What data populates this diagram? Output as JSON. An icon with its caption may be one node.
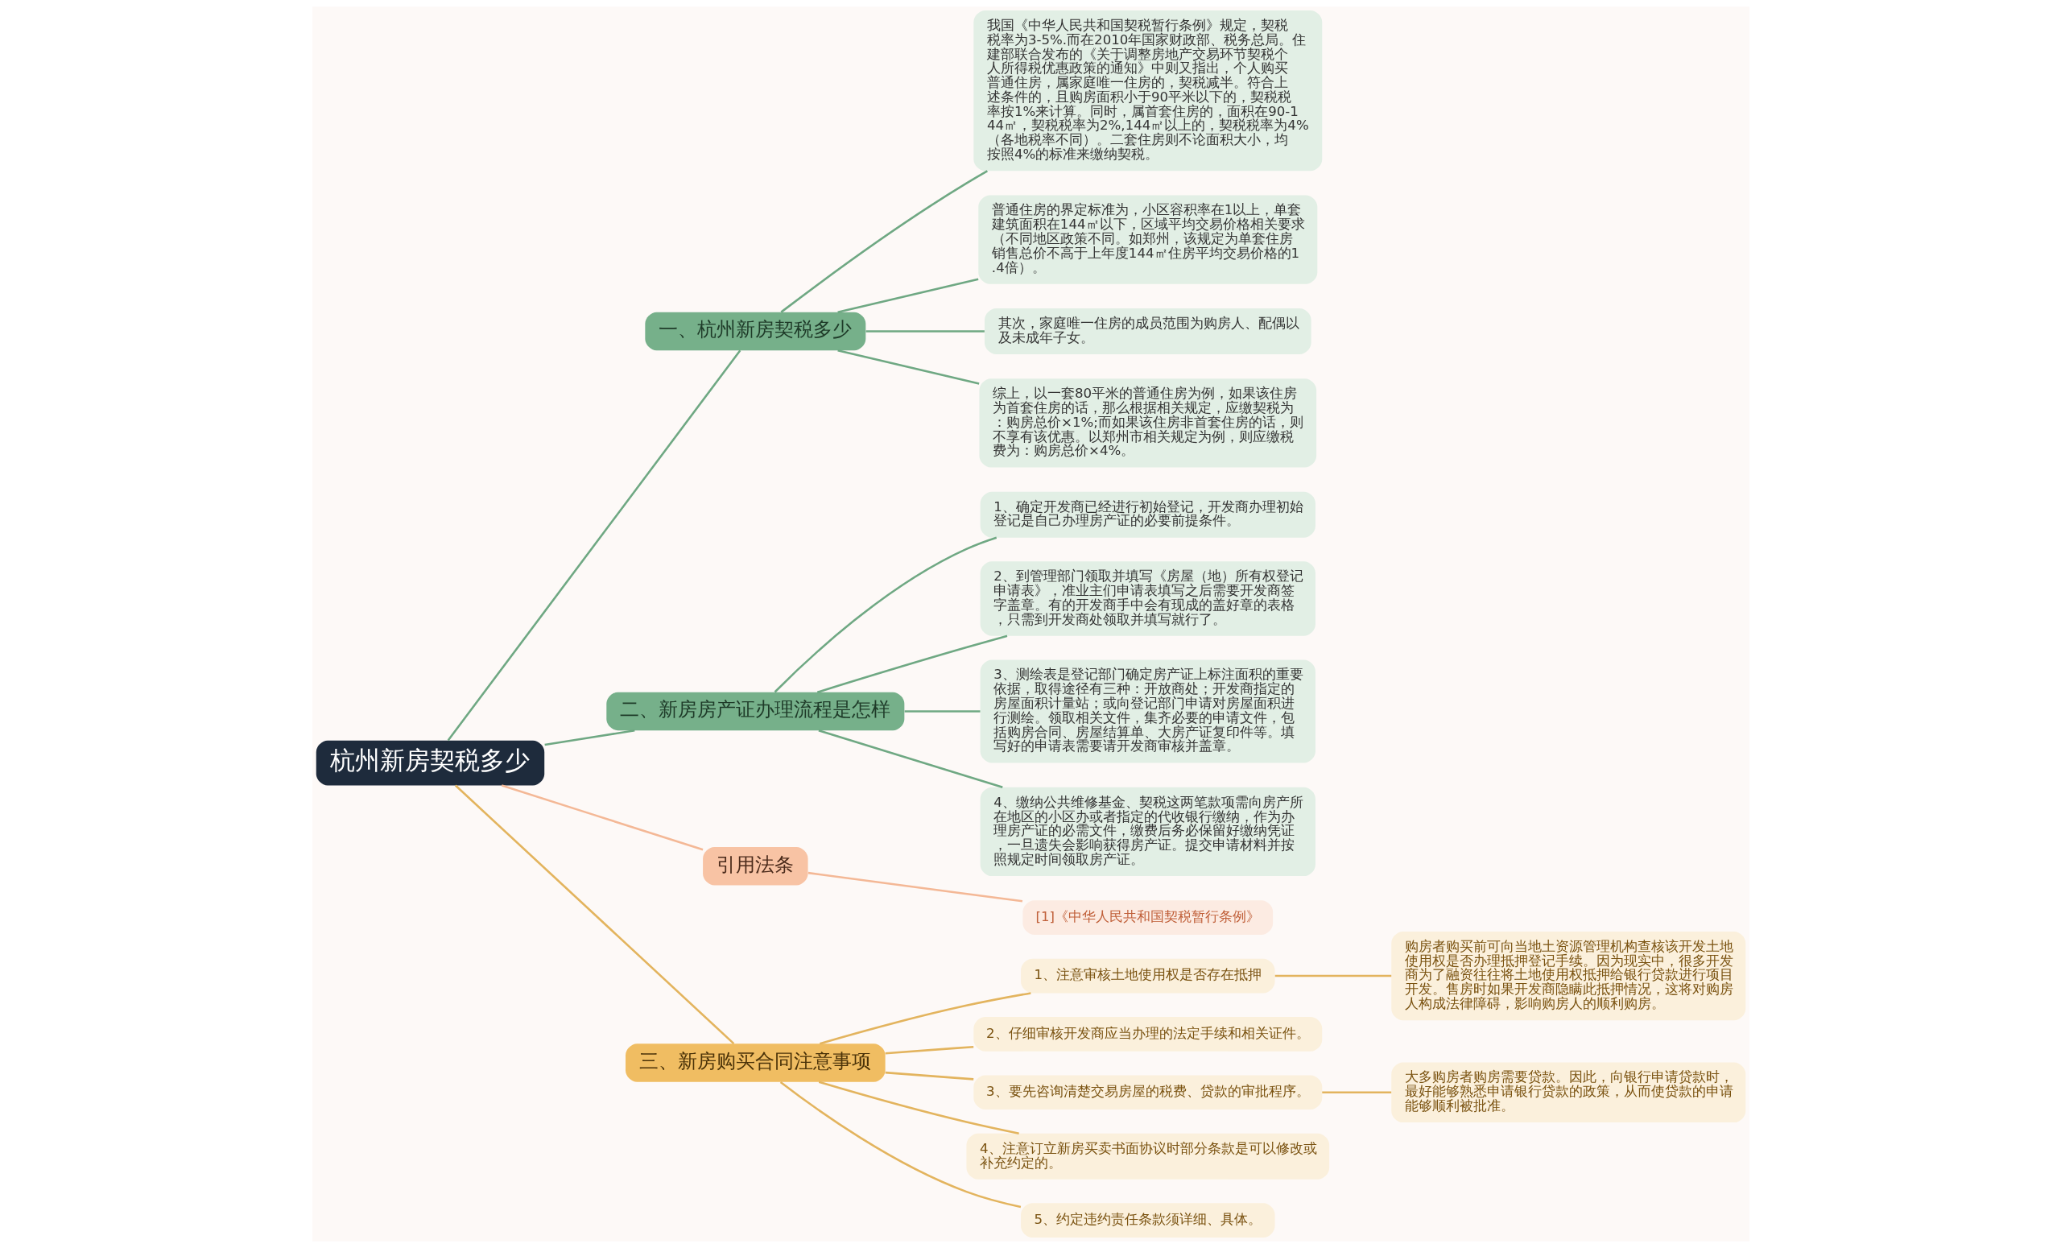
{
  "diagram": {
    "nodes": [
      {
        "text": [
          "杭州新房契税多少"
        ]
      },
      {
        "text": [
          "一、杭州新房契税多少"
        ]
      },
      {
        "text": [
          "我国《中华人民共和国契税暂行条例》规定，契税税率为3-5%.而在2010年国家财政部、税务总局。住建部联合发布的《关于调整房地产交易环节契税个人所得税优惠政策的通知》中则又指出，个人购买普通住房，属家庭唯一住房的，契税减半。符合上述条件的，且购房面积小于90平米以下的，契税税率按1%来计算。同时，属首套住房的，面积在90-144㎡，契税税率为2%,144㎡以上的，契税税率为4%（各地税率不同）。二套住房则不论面积大小，均按照4%的标准来缴纳契税。"
        ]
      },
      {
        "text": [
          "普通住房的界定标准为，小区容积率在1以上，单套建筑面积在144㎡以下，区域平均交易价格相关要求（不同地区政策不同。如郑州，该规定为单套住房销售总价不高于上年度144㎡住房平均交易价格的1.4倍）。"
        ]
      },
      {
        "text": [
          "其次，家庭唯一住房的成员范围为购房人、配偶以及未成年子女。"
        ]
      },
      {
        "text": [
          "综上，以一套80平米的普通住房为例，如果该住房为首套住房的话，那么根据相关规定，应缴契税为：购房总价×1%;而如果该住房非首套住房的话，则不享有该优惠。以郑州市相关规定为例，则应缴税费为：购房总价×4%。"
        ]
      },
      {
        "text": [
          "二、新房房产证办理流程是怎样"
        ]
      },
      {
        "text": [
          "1、确定开发商已经进行初始登记，开发商办理初始登记是自己办理房产证的必要前提条件。"
        ]
      },
      {
        "text": [
          "2、到管理部门领取并填写《房屋（地）所有权登记申请表》，准业主们申请表填写之后需要开发商签字盖章。有的开发商手中会有现成的盖好章的表格，只需到开发商处领取并填写就行了。"
        ]
      },
      {
        "text": [
          "3、测绘表是登记部门确定房产证上标注面积的重要依据，取得途径有三种：开放商处；开发商指定的房屋面积计量站；或向登记部门申请对房屋面积进行测绘。领取相关文件，集齐必要的申请文件，包括购房合同、房屋结算单、大房产证复印件等。填写好的申请表需要请开发商审核并盖章。"
        ]
      },
      {
        "text": [
          "4、缴纳公共维修基金、契税这两笔款项需向房产所在地区的小区办或者指定的代收银行缴纳，作为办理房产证的必需文件，缴费后务必保留好缴纳凭证，一旦遗失会影响获得房产证。提交申请材料并按照规定时间领取房产证。"
        ]
      },
      {
        "text": [
          "引用法条"
        ]
      },
      {
        "text": [
          "[1]《中华人民共和国契税暂行条例》"
        ]
      },
      {
        "text": [
          "三、新房购买合同注意事项"
        ]
      },
      {
        "text": [
          "1、注意审核土地使用权是否存在抵押"
        ]
      },
      {
        "text": [
          "购房者购买前可向当地土资源管理机构查核该开发土地使用权是否办理抵押登记手续。因为现实中，很多开发商为了融资往往将土地使用权抵押给银行贷款进行项目开发。售房时如果开发商隐瞒此抵押情况，这将对购房人构成法律障碍，影响购房人的顺利购房。"
        ]
      },
      {
        "text": [
          "2、仔细审核开发商应当办理的法定手续和相关证件。"
        ]
      },
      {
        "text": [
          "3、要先咨询清楚交易房屋的税费、贷款的审批程序。"
        ]
      },
      {
        "text": [
          "大多购房者购房需要贷款。因此，向银行申请贷款时，最好能够熟悉申请银行贷款的政策，从而使贷款的申请能够顺利被批准。"
        ]
      },
      {
        "text": [
          "4、注意订立新房买卖书面协议时部分条款是可以修改或补充约定的。"
        ]
      },
      {
        "text": [
          "5、约定违约责任条款须详细、具体。"
        ]
      }
    ],
    "edges": [
      {
        "from": 0,
        "to": 1,
        "arrow": "none"
      },
      {
        "from": 1,
        "to": 2,
        "arrow": "none"
      },
      {
        "from": 1,
        "to": 3,
        "arrow": "none"
      },
      {
        "from": 1,
        "to": 4,
        "arrow": "none"
      },
      {
        "from": 1,
        "to": 5,
        "arrow": "none"
      },
      {
        "from": 0,
        "to": 6,
        "arrow": "none"
      },
      {
        "from": 6,
        "to": 7,
        "arrow": "none"
      },
      {
        "from": 6,
        "to": 8,
        "arrow": "none"
      },
      {
        "from": 6,
        "to": 9,
        "arrow": "none"
      },
      {
        "from": 6,
        "to": 10,
        "arrow": "none"
      },
      {
        "from": 0,
        "to": 11,
        "arrow": "none",
        "color": "#f4b896"
      },
      {
        "from": 11,
        "to": 12,
        "arrow": "none",
        "color": "#f4b896"
      },
      {
        "from": 0,
        "to": 13,
        "arrow": "none",
        "color": "#e3b45e"
      },
      {
        "from": 13,
        "to": 14,
        "arrow": "none",
        "color": "#e3b45e"
      },
      {
        "from": 14,
        "to": 15,
        "arrow": "none",
        "color": "#e3b45e"
      },
      {
        "from": 13,
        "to": 16,
        "arrow": "none",
        "color": "#e3b45e"
      },
      {
        "from": 13,
        "to": 17,
        "arrow": "none",
        "color": "#e3b45e"
      },
      {
        "from": 17,
        "to": 18,
        "arrow": "none",
        "color": "#e3b45e"
      },
      {
        "from": 13,
        "to": 19,
        "arrow": "none",
        "color": "#e3b45e"
      },
      {
        "from": 13,
        "to": 20,
        "arrow": "none",
        "color": "#e3b45e"
      }
    ]
  }
}
